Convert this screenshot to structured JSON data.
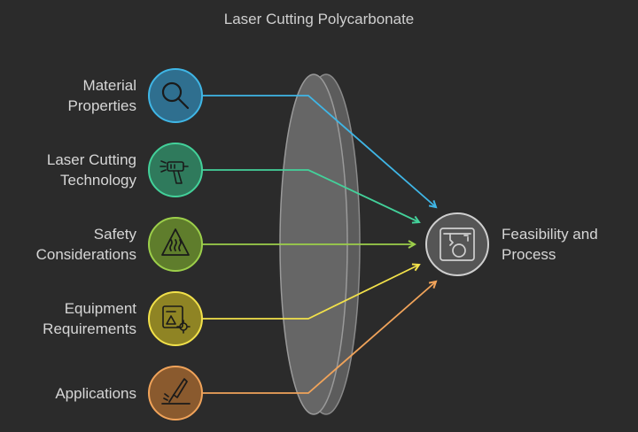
{
  "title": "Laser Cutting Polycarbonate",
  "inputs": [
    {
      "line1": "Material",
      "line2": "Properties",
      "icon": "magnifier-icon",
      "color": "#3fb6e6",
      "fill": "#2f6f8f"
    },
    {
      "line1": "Laser Cutting",
      "line2": "Technology",
      "icon": "laser-gun-icon",
      "color": "#43d19a",
      "fill": "#2f7a5c"
    },
    {
      "line1": "Safety",
      "line2": "Considerations",
      "icon": "hot-surface-warning-icon",
      "color": "#9ccf4a",
      "fill": "#5f7d2c"
    },
    {
      "line1": "Equipment",
      "line2": "Requirements",
      "icon": "blueprint-gear-icon",
      "color": "#f2e14a",
      "fill": "#8f8424"
    },
    {
      "line1": "Applications",
      "line2": "",
      "icon": "cutting-knife-icon",
      "color": "#f0a35a",
      "fill": "#8a5a2e"
    }
  ],
  "output": {
    "line1": "Feasibility and",
    "line2": "Process",
    "icon": "laser-cutter-machine-icon",
    "color": "#cfcfcf",
    "fill": "#555555"
  },
  "lens_color": "#6a6a6a"
}
